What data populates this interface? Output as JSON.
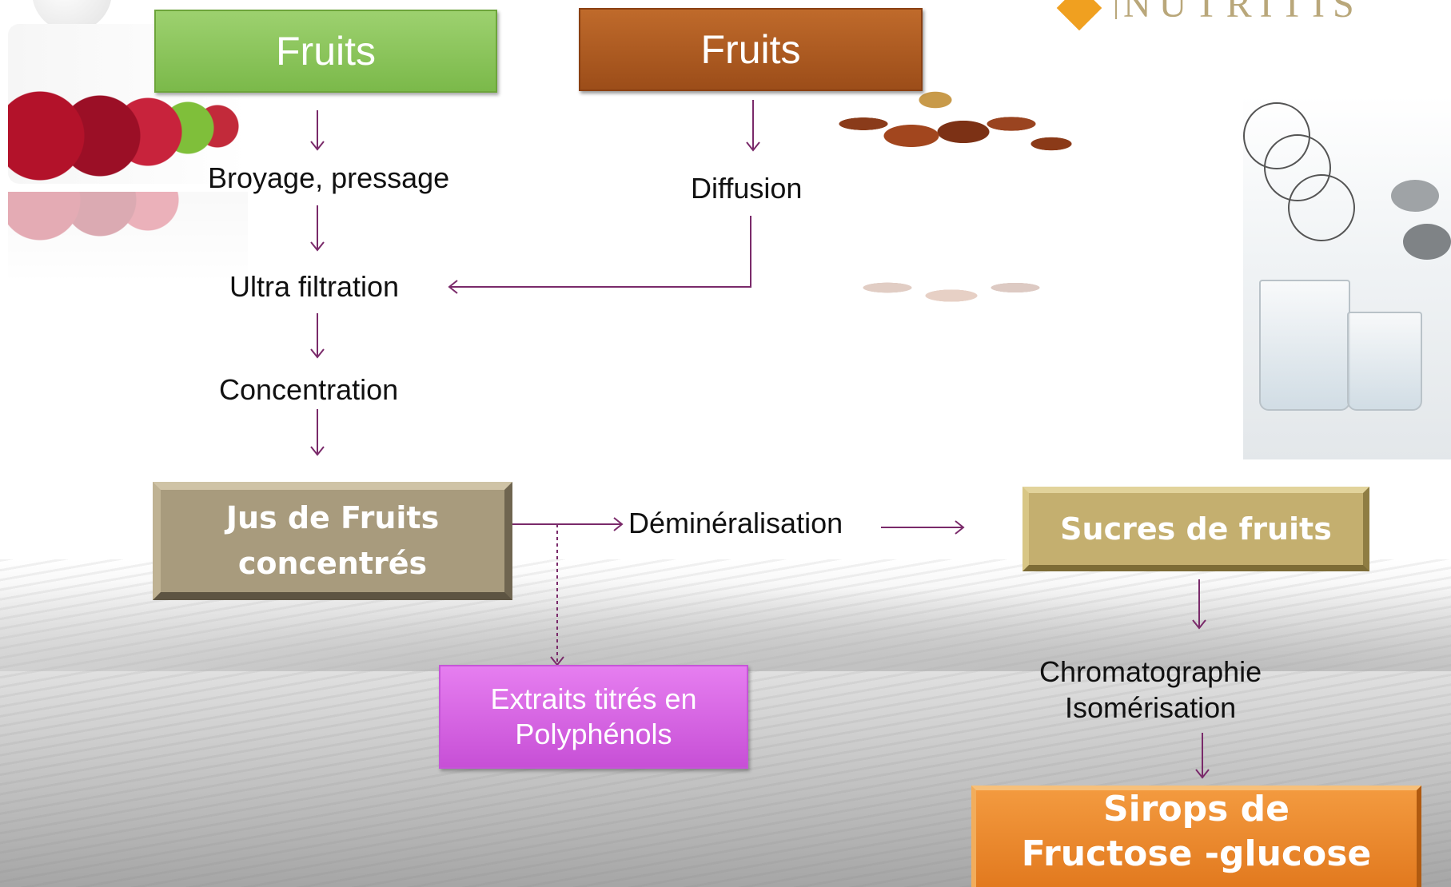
{
  "logo": {
    "text": "NUTRITIS"
  },
  "boxes": {
    "fruits_1": "Fruits",
    "fruits_2": "Fruits",
    "jus_line1": "Jus de Fruits",
    "jus_line2": "concentrés",
    "sucres": "Sucres de fruits",
    "extraits_line1": "Extraits titrés en",
    "extraits_line2": "Polyphénols",
    "sirops_line1": "Sirops de",
    "sirops_line2": "Fructose -glucose"
  },
  "steps": {
    "broyage": "Broyage, pressage",
    "diffusion": "Diffusion",
    "ultra_filtration": "Ultra filtration",
    "concentration": "Concentration",
    "demineralisation": "Déminéralisation",
    "chromatographie": "Chromatographie",
    "isomerisation": "Isomérisation"
  },
  "colors": {
    "arrow": "#7a2a6a",
    "fruits_green": "#8cc65a",
    "fruits_brown": "#ad5a22",
    "jus_taupe": "#a89b7d",
    "sucres_gold": "#c4af6f",
    "extraits_magenta": "#dd6ae8",
    "sirops_orange": "#ea8a2d"
  }
}
